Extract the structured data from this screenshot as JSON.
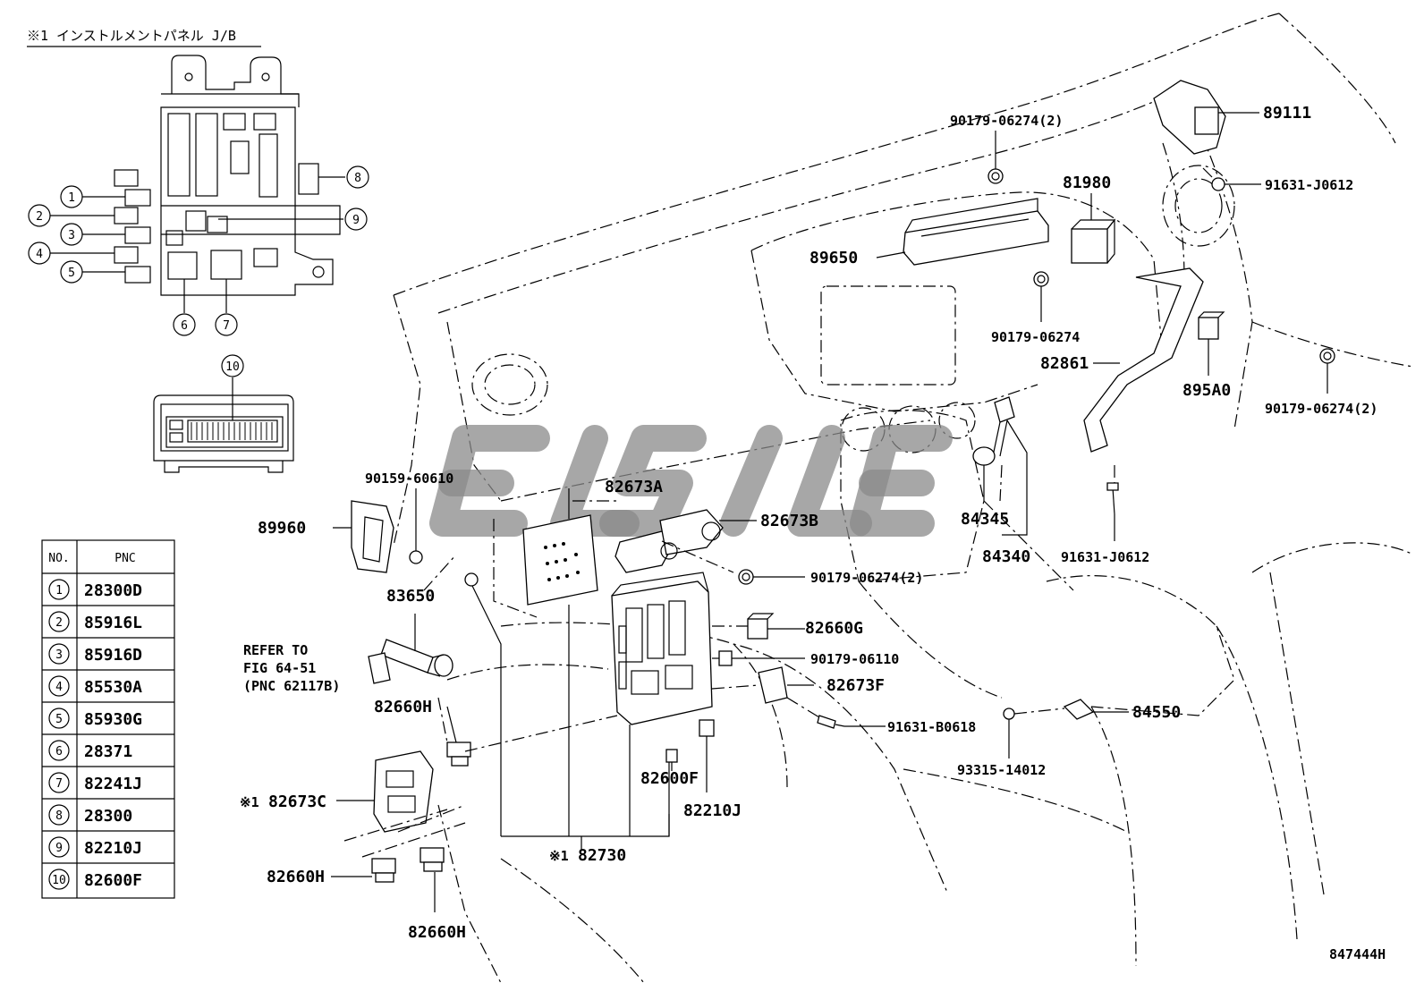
{
  "figure": {
    "title": "※1 インストルメントパネル J/B",
    "ref_code": "847444H",
    "refer_note": [
      "REFER TO",
      "FIG 64-51",
      "(PNC 62117B)"
    ]
  },
  "table": {
    "headers": [
      "NO.",
      "PNC"
    ],
    "rows": [
      {
        "no": "1",
        "pnc": "28300D"
      },
      {
        "no": "2",
        "pnc": "85916L"
      },
      {
        "no": "3",
        "pnc": "85916D"
      },
      {
        "no": "4",
        "pnc": "85530A"
      },
      {
        "no": "5",
        "pnc": "85930G"
      },
      {
        "no": "6",
        "pnc": "28371"
      },
      {
        "no": "7",
        "pnc": "82241J"
      },
      {
        "no": "8",
        "pnc": "28300"
      },
      {
        "no": "9",
        "pnc": "82210J"
      },
      {
        "no": "10",
        "pnc": "82600F"
      }
    ]
  },
  "labels": {
    "p89111": "89111",
    "p91631_j0612_top": "91631-J0612",
    "p90179_06274_2_top": "90179-06274(2)",
    "p81980": "81980",
    "p89650": "89650",
    "p90179_06274": "90179-06274",
    "p82861": "82861",
    "p895a0": "895A0",
    "p90179_06274_2_right": "90179-06274(2)",
    "p90159_60610": "90159-60610",
    "p82673a": "82673A",
    "p82673b": "82673B",
    "p84345": "84345",
    "p84340": "84340",
    "p91631_j0612_mid": "91631-J0612",
    "p89960": "89960",
    "p90179_06274_2_mid": "90179-06274(2)",
    "p83650": "83650",
    "p82660g": "82660G",
    "p90179_06110": "90179-06110",
    "p82673f": "82673F",
    "p82660h_a": "82660H",
    "p91631_b0618": "91631-B0618",
    "p84550": "84550",
    "p93315_14012": "93315-14012",
    "p82600f": "82600F",
    "p82210j": "82210J",
    "p82673c": "82673C",
    "p82673c_mark": "※1",
    "p82730": "82730",
    "p82730_mark": "※1",
    "p82660h_b": "82660H",
    "p82660h_c": "82660H"
  }
}
